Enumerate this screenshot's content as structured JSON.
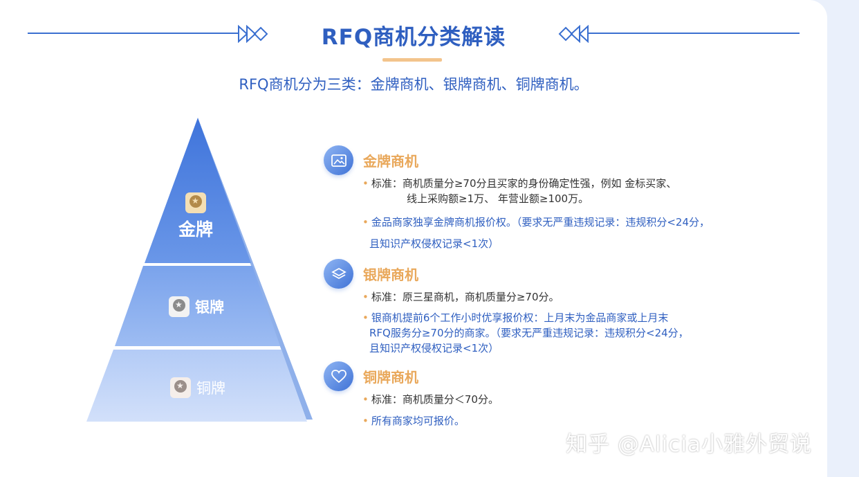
{
  "header": {
    "title": "RFQ商机分类解读",
    "subtitle": "RFQ商机分为三类：金牌商机、银牌商机、铜牌商机。"
  },
  "pyramid": {
    "gold_label": "金牌",
    "silver_label": "银牌",
    "bronze_label": "铜牌"
  },
  "sections": [
    {
      "title": "金牌商机",
      "icon": "image-icon",
      "bullets": [
        {
          "lines": [
            "标准：商机质量分≥70分且买家的身份确定性强，例如 金标买家、",
            "线上采购额≥1万、 年营业额≥100万。"
          ]
        },
        {
          "lines": [
            "金品商家独享金牌商机报价权。（要求无严重违规记录：违规积分<24分，",
            "且知识产权侵权记录<1次）"
          ]
        }
      ]
    },
    {
      "title": "银牌商机",
      "icon": "layers-icon",
      "bullets": [
        {
          "lines": [
            "标准：原三星商机，商机质量分≥70分。"
          ]
        },
        {
          "lines": [
            "银商机提前6个工作小时优享报价权：上月末为金品商家或上月末",
            "RFQ服务分≥70分的商家。（要求无严重违规记录：违规积分<24分，",
            "且知识产权侵权记录<1次）"
          ]
        }
      ]
    },
    {
      "title": "铜牌商机",
      "icon": "heart-icon",
      "bullets": [
        {
          "lines": [
            "标准：商机质量分＜70分。"
          ]
        },
        {
          "lines": [
            "所有商家均可报价。"
          ]
        }
      ]
    }
  ],
  "watermark": "知乎 @Alicia小雅外贸说",
  "colors": {
    "accent_blue": "#2f5fc0",
    "accent_orange": "#e9a85b"
  }
}
